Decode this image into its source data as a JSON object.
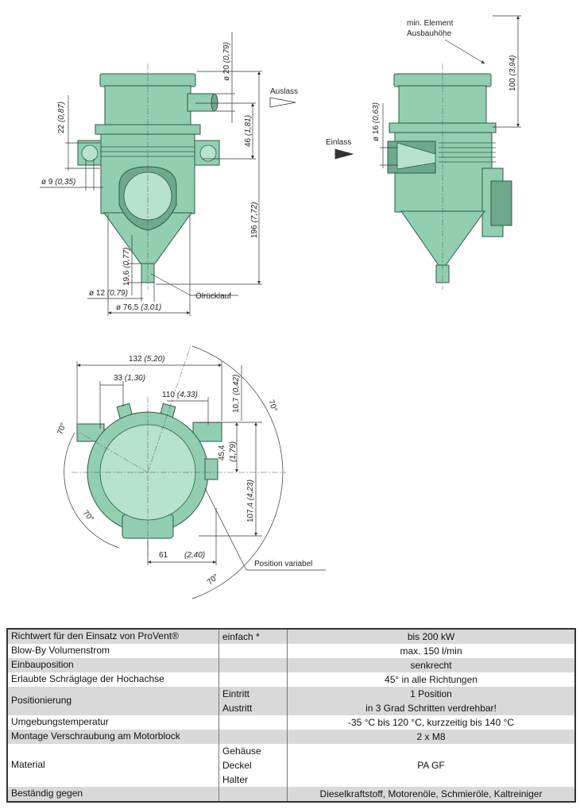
{
  "drawing": {
    "labels": {
      "outlet": "Auslass",
      "inlet": "Einlass",
      "oil_return": "Ölrücklauf",
      "min_element_line1": "min. Element",
      "min_element_line2": "Ausbauhöhe",
      "position_variable": "Position variabel"
    },
    "dims": {
      "d20": "ø 20",
      "d20_in": "(0,79)",
      "d22": "22",
      "d22_in": "(0,87)",
      "d46": "46",
      "d46_in": "(1,81)",
      "d196": "196",
      "d196_in": "(7,72)",
      "d9": "ø 9",
      "d9_in": "(0,35)",
      "d19_6": "19,6",
      "d19_6_in": "(0,77)",
      "d12": "ø 12",
      "d12_in": "(0,79)",
      "d76_5": "ø 76,5",
      "d76_5_in": "(3,01)",
      "d100": "100",
      "d100_in": "(3,94)",
      "d16": "ø 16",
      "d16_in": "(0,63)",
      "d132": "132",
      "d132_in": "(5,20)",
      "d33": "33",
      "d33_in": "(1,30)",
      "d110": "110",
      "d110_in": "(4,33)",
      "d10_7": "10,7",
      "d10_7_in": "(0,42)",
      "d45_4": "45,4",
      "d45_4_in": "(1,79)",
      "d107_4": "107,4",
      "d107_4_in": "(4,23)",
      "d61": "61",
      "d61_in": "(2,40)",
      "angle": "70°"
    }
  },
  "specs": [
    {
      "label": "Richtwert für den Einsatz von ProVent®",
      "sub": [
        "einfach *"
      ],
      "value": [
        "bis 200 kW"
      ]
    },
    {
      "label": "Blow-By Volumenstrom",
      "sub": [],
      "value": [
        "max. 150 l/min"
      ]
    },
    {
      "label": "Einbauposition",
      "sub": [],
      "value": [
        "senkrecht"
      ]
    },
    {
      "label": "Erlaubte Schräglage der Hochachse",
      "sub": [],
      "value": [
        "45° in alle Richtungen"
      ]
    },
    {
      "label": "Positionierung",
      "sub": [
        "Eintritt",
        "Austritt"
      ],
      "value": [
        "1 Position",
        "in 3 Grad Schritten verdrehbar!"
      ]
    },
    {
      "label": "Umgebungstemperatur",
      "sub": [],
      "value": [
        "-35 °C bis 120 °C, kurzzeitig bis 140 °C"
      ]
    },
    {
      "label": "Montage Verschraubung am Motorblock",
      "sub": [],
      "value": [
        "2 x M8"
      ]
    },
    {
      "label": "Material",
      "sub": [
        "Gehäuse",
        "Deckel",
        "Halter"
      ],
      "value": [
        "PA GF"
      ]
    },
    {
      "label": "Beständig gegen",
      "sub": [],
      "value": [
        "Dieselkraftstoff, Motorenöle, Schmieröle, Kaltreiniger"
      ]
    }
  ]
}
